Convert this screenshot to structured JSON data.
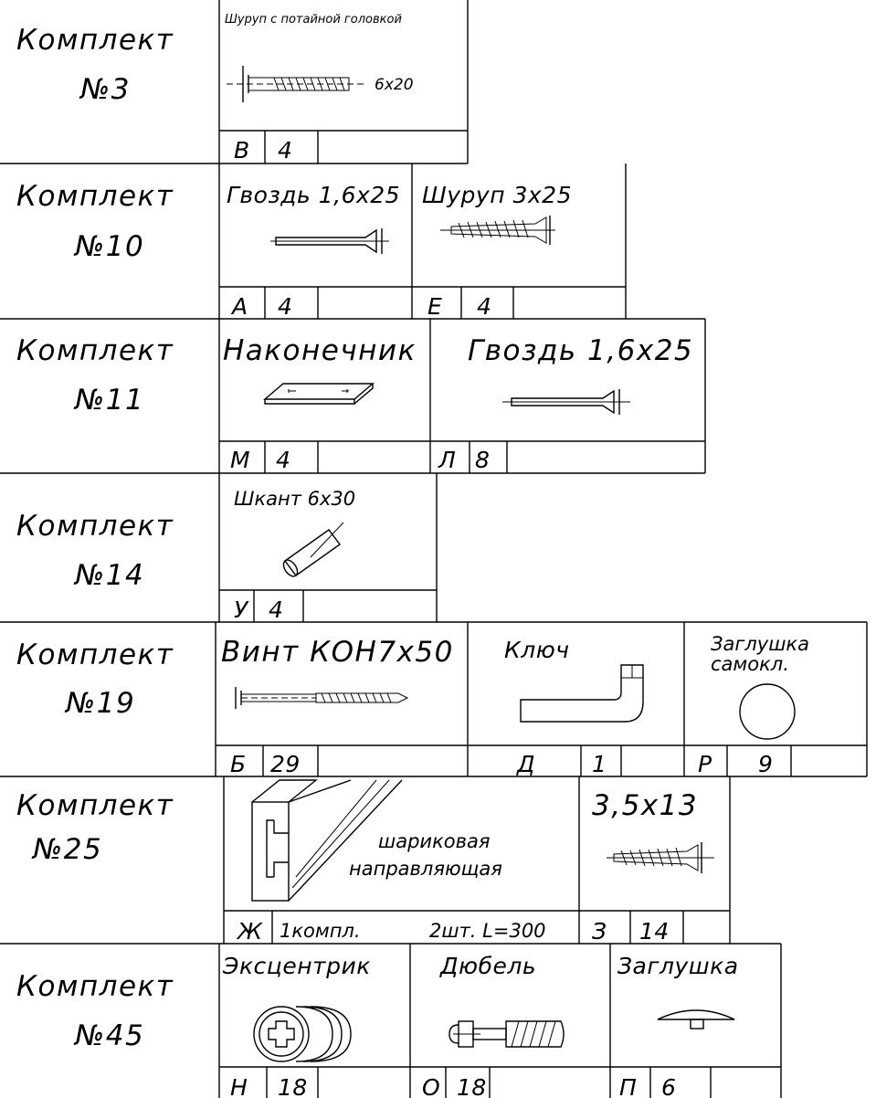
{
  "kits": [
    {
      "title": "Комплект",
      "number": "№3",
      "parts": [
        {
          "name": "Шуруп с потайной головкой",
          "size": "6х20",
          "icon": "countersunk-screw-icon",
          "letter": "В",
          "qty": "4"
        }
      ]
    },
    {
      "title": "Комплект",
      "number": "№10",
      "parts": [
        {
          "name": "Гвоздь 1,6х25",
          "icon": "nail-icon",
          "letter": "А",
          "qty": "4"
        },
        {
          "name": "Шуруп 3х25",
          "icon": "wood-screw-icon",
          "letter": "Е",
          "qty": "4"
        }
      ]
    },
    {
      "title": "Комплект",
      "number": "№11",
      "parts": [
        {
          "name": "Наконечник",
          "icon": "tip-plate-icon",
          "letter": "М",
          "qty": "4"
        },
        {
          "name": "Гвоздь 1,6х25",
          "icon": "nail-icon",
          "letter": "Л",
          "qty": "8"
        }
      ]
    },
    {
      "title": "Комплект",
      "number": "№14",
      "parts": [
        {
          "name": "Шкант 6х30",
          "icon": "dowel-pin-icon",
          "letter": "У",
          "qty": "4"
        }
      ]
    },
    {
      "title": "Комплект",
      "number": "№19",
      "parts": [
        {
          "name": "Винт КОН7х50",
          "icon": "confirmat-screw-icon",
          "letter": "Б",
          "qty": "29"
        },
        {
          "name": "Ключ",
          "icon": "hex-key-icon",
          "letter": "Д",
          "qty": "1"
        },
        {
          "name": "Заглушка",
          "name2": "самокл.",
          "icon": "adhesive-cap-icon",
          "letter": "Р",
          "qty": "9"
        }
      ]
    },
    {
      "title": "Комплект",
      "number": "№25",
      "parts": [
        {
          "name": "шариковая",
          "name2": "направляющая",
          "icon": "ball-bearing-slide-icon",
          "letter": "Ж",
          "qty": "1компл.",
          "note": "2шт. L=300"
        },
        {
          "name": "3,5х13",
          "icon": "wood-screw-icon",
          "letter": "З",
          "qty": "14"
        }
      ]
    },
    {
      "title": "Комплект",
      "number": "№45",
      "parts": [
        {
          "name": "Эксцентрик",
          "icon": "cam-lock-icon",
          "letter": "Н",
          "qty": "18"
        },
        {
          "name": "Дюбель",
          "icon": "cam-dowel-icon",
          "letter": "О",
          "qty": "18"
        },
        {
          "name": "Заглушка",
          "icon": "cap-icon",
          "letter": "П",
          "qty": "6"
        }
      ]
    }
  ]
}
